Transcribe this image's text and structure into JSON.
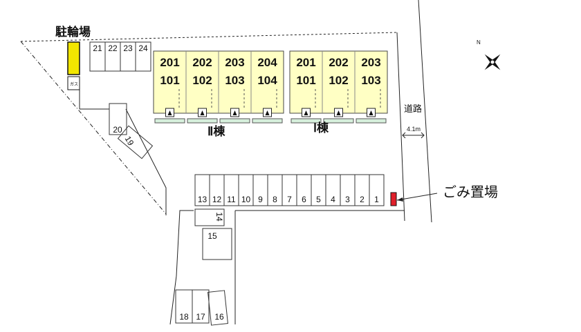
{
  "labels": {
    "bicycle_parking": "駐輪場",
    "garbage_area": "ごみ置場",
    "road": "道路",
    "road_width": "4.1m",
    "building_2": "Ⅱ棟",
    "building_1": "Ⅰ棟",
    "small_box": "ガス",
    "compass_n": "N"
  },
  "building_2_rooms": {
    "upper": [
      "201",
      "202",
      "203",
      "204"
    ],
    "lower": [
      "101",
      "102",
      "103",
      "104"
    ]
  },
  "building_1_rooms": {
    "upper": [
      "201",
      "202",
      "203"
    ],
    "lower": [
      "101",
      "102",
      "103"
    ]
  },
  "parking_top": [
    "21",
    "22",
    "23",
    "24"
  ],
  "parking_row": [
    "13",
    "12",
    "11",
    "10",
    "9",
    "8",
    "7",
    "6",
    "5",
    "4",
    "3",
    "2",
    "1"
  ],
  "parking_misc": [
    "20",
    "19",
    "14",
    "15",
    "18",
    "17",
    "16"
  ],
  "colors": {
    "building": "#ffffc4",
    "bike_shed": "#f2e600",
    "garbage": "#e0202a",
    "porch": "#d6efdc"
  }
}
